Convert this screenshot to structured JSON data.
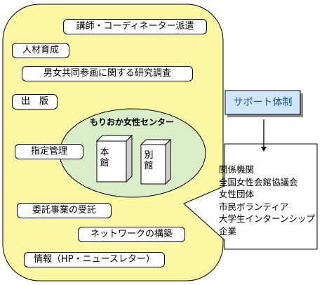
{
  "diagram": {
    "colors": {
      "panel_fill": "#fbf7a2",
      "ellipse_fill": "#d9edc8",
      "callout_fill": "#ffffff",
      "support_fill": "#cfe6fb",
      "support_text": "#1f4ea8",
      "stroke": "#000000"
    },
    "services": [
      {
        "label": "講師・コーディネーター派遣"
      },
      {
        "label": "人材育成"
      },
      {
        "label": "男女共同参画に関する研究調査"
      },
      {
        "label": "出　版"
      },
      {
        "label": "指定管理"
      },
      {
        "label": "委託事業の受託"
      },
      {
        "label": "ネットワークの構築"
      },
      {
        "label": "情報（HP・ニュースレター）"
      }
    ],
    "center": {
      "title": "もりおか女性センター",
      "buildings": [
        "本館",
        "別館"
      ]
    },
    "support": {
      "label": "サポート体制"
    },
    "partners": [
      "関係機関",
      "全国女性会館協議会",
      "女性団体",
      "市民ボランティア",
      "大学生インターンシップ",
      "企業"
    ]
  }
}
